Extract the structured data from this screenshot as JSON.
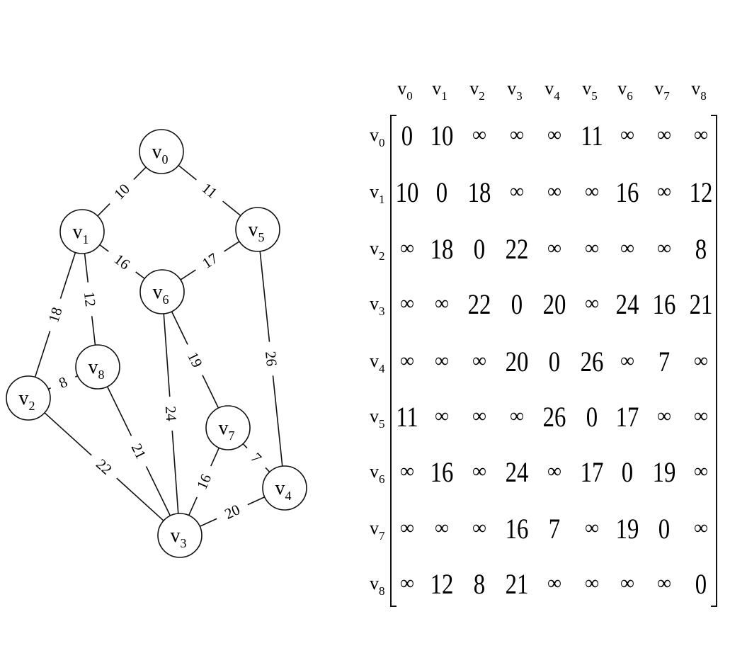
{
  "graph": {
    "nodes": [
      {
        "id": "v0",
        "label": "v",
        "sub": "0"
      },
      {
        "id": "v1",
        "label": "v",
        "sub": "1"
      },
      {
        "id": "v2",
        "label": "v",
        "sub": "2"
      },
      {
        "id": "v3",
        "label": "v",
        "sub": "3"
      },
      {
        "id": "v4",
        "label": "v",
        "sub": "4"
      },
      {
        "id": "v5",
        "label": "v",
        "sub": "5"
      },
      {
        "id": "v6",
        "label": "v",
        "sub": "6"
      },
      {
        "id": "v7",
        "label": "v",
        "sub": "7"
      },
      {
        "id": "v8",
        "label": "v",
        "sub": "8"
      }
    ],
    "edges": [
      {
        "from": "v0",
        "to": "v1",
        "weight": "10"
      },
      {
        "from": "v0",
        "to": "v5",
        "weight": "11"
      },
      {
        "from": "v1",
        "to": "v6",
        "weight": "16"
      },
      {
        "from": "v5",
        "to": "v6",
        "weight": "17"
      },
      {
        "from": "v1",
        "to": "v2",
        "weight": "18"
      },
      {
        "from": "v1",
        "to": "v8",
        "weight": "12"
      },
      {
        "from": "v6",
        "to": "v7",
        "weight": "19"
      },
      {
        "from": "v5",
        "to": "v4",
        "weight": "26"
      },
      {
        "from": "v2",
        "to": "v8",
        "weight": "8"
      },
      {
        "from": "v6",
        "to": "v3",
        "weight": "24"
      },
      {
        "from": "v8",
        "to": "v3",
        "weight": "21"
      },
      {
        "from": "v2",
        "to": "v3",
        "weight": "22"
      },
      {
        "from": "v7",
        "to": "v3",
        "weight": "16"
      },
      {
        "from": "v7",
        "to": "v4",
        "weight": "7"
      },
      {
        "from": "v3",
        "to": "v4",
        "weight": "20"
      }
    ]
  },
  "matrix": {
    "col_headers": [
      {
        "label": "v",
        "sub": "0"
      },
      {
        "label": "v",
        "sub": "1"
      },
      {
        "label": "v",
        "sub": "2"
      },
      {
        "label": "v",
        "sub": "3"
      },
      {
        "label": "v",
        "sub": "4"
      },
      {
        "label": "v",
        "sub": "5"
      },
      {
        "label": "v",
        "sub": "6"
      },
      {
        "label": "v",
        "sub": "7"
      },
      {
        "label": "v",
        "sub": "8"
      }
    ],
    "row_headers": [
      {
        "label": "v",
        "sub": "0"
      },
      {
        "label": "v",
        "sub": "1"
      },
      {
        "label": "v",
        "sub": "2"
      },
      {
        "label": "v",
        "sub": "3"
      },
      {
        "label": "v",
        "sub": "4"
      },
      {
        "label": "v",
        "sub": "5"
      },
      {
        "label": "v",
        "sub": "6"
      },
      {
        "label": "v",
        "sub": "7"
      },
      {
        "label": "v",
        "sub": "8"
      }
    ],
    "rows": [
      [
        "0",
        "10",
        "∞",
        "∞",
        "∞",
        "11",
        "∞",
        "∞",
        "∞"
      ],
      [
        "10",
        "0",
        "18",
        "∞",
        "∞",
        "∞",
        "16",
        "∞",
        "12"
      ],
      [
        "∞",
        "18",
        "0",
        "22",
        "∞",
        "∞",
        "∞",
        "∞",
        "8"
      ],
      [
        "∞",
        "∞",
        "22",
        "0",
        "20",
        "∞",
        "24",
        "16",
        "21"
      ],
      [
        "∞",
        "∞",
        "∞",
        "20",
        "0",
        "26",
        "∞",
        "7",
        "∞"
      ],
      [
        "11",
        "∞",
        "∞",
        "∞",
        "26",
        "0",
        "17",
        "∞",
        "∞"
      ],
      [
        "∞",
        "16",
        "∞",
        "24",
        "∞",
        "17",
        "0",
        "19",
        "∞"
      ],
      [
        "∞",
        "∞",
        "∞",
        "16",
        "7",
        "∞",
        "19",
        "0",
        "∞"
      ],
      [
        "∞",
        "12",
        "8",
        "21",
        "∞",
        "∞",
        "∞",
        "∞",
        "0"
      ]
    ]
  }
}
